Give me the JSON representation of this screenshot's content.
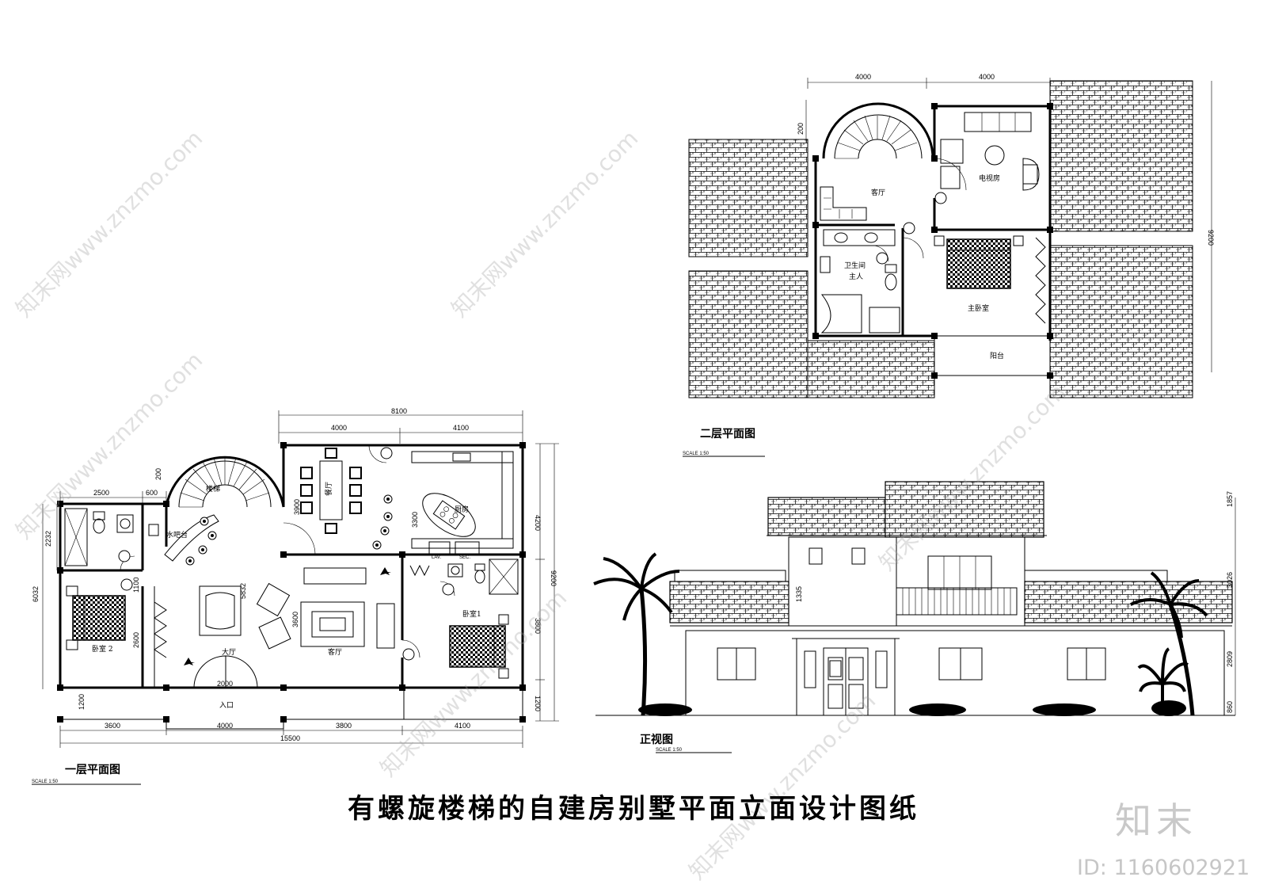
{
  "title": "有螺旋楼梯的自建房别墅平面立面设计图纸",
  "watermark": {
    "site_text": "知末网www.znzmo.com",
    "logo_text": "知末",
    "id_text": "ID: 1160602921"
  },
  "first_floor": {
    "title": "一层平面图",
    "scale": "SCALE 1:50",
    "rooms": {
      "stair": "楼梯",
      "bar": "水吧台",
      "dining": "餐厅",
      "kitchen": "厨房",
      "hall": "大厅",
      "living": "客厅",
      "bedroom1": "卧室1",
      "bedroom2": "卧室 2",
      "entrance": "入口",
      "lav": "LAV.",
      "sec": "SEC."
    },
    "dims": {
      "top_total": "8100",
      "top_a": "4000",
      "top_b": "4100",
      "bottom_total": "15500",
      "bottom_a": "3600",
      "bottom_b": "4000",
      "bottom_c": "3800",
      "bottom_d": "4100",
      "left_a": "2500",
      "left_b": "600",
      "stair_h": "200",
      "vert_2232": "2232",
      "vert_6032": "6032",
      "vert_1200": "1200",
      "right_4200": "4200",
      "right_3800": "3800",
      "right_1200": "1200",
      "right_9200": "9200",
      "in_3900": "3900",
      "in_3300": "3300",
      "in_1100": "1100",
      "in_2600": "2600",
      "in_5832": "5832",
      "in_3600": "3600",
      "door_2000": "2000"
    }
  },
  "second_floor": {
    "title": "二层平面图",
    "scale": "SCALE 1:50",
    "rooms": {
      "living": "客厅",
      "tv": "电视房",
      "bath": "卫生间",
      "bath_sub": "主人",
      "master": "主卧室",
      "balcony": "阳台"
    },
    "dims": {
      "top_a": "4000",
      "top_b": "4000",
      "left_200": "200",
      "right_9200": "9200"
    }
  },
  "elevation": {
    "title": "正视图",
    "scale": "SCALE 1:50",
    "dims": {
      "d1": "1857",
      "d2": "3026",
      "d3": "2809",
      "d4": "860",
      "d5": "1335"
    }
  }
}
